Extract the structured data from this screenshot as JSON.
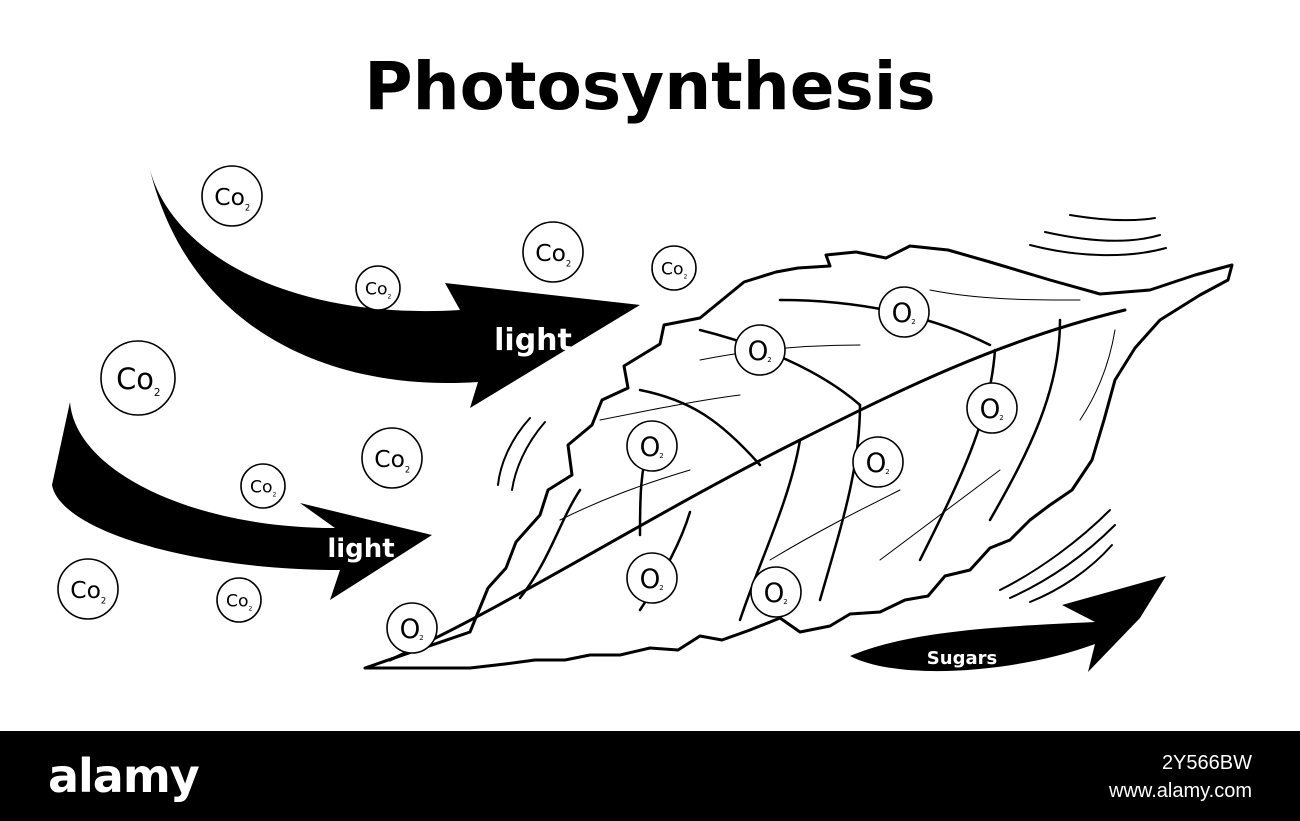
{
  "title": "Photosynthesis",
  "arrows": {
    "light_1": "light",
    "light_2": "light",
    "sugars": "Sugars"
  },
  "molecules": {
    "co2": {
      "main": "Co",
      "sub": "2"
    },
    "o2": {
      "main": "O",
      "sub": "2"
    }
  },
  "watermark": {
    "logo": "alamy",
    "id": "2Y566BW",
    "url": "www.alamy.com"
  }
}
